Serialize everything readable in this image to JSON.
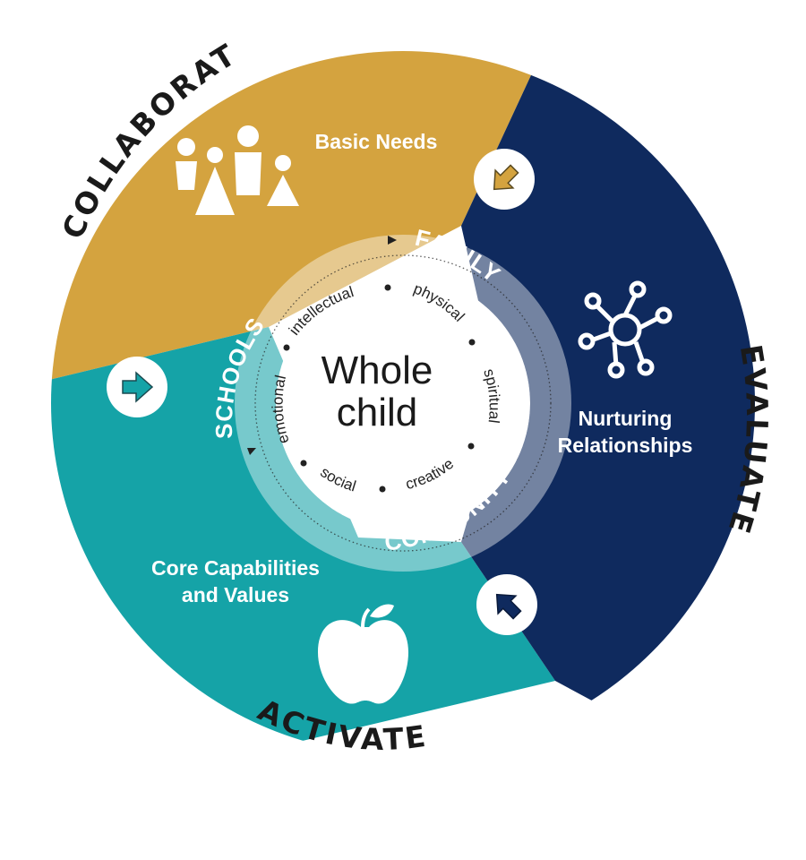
{
  "outer_labels": {
    "top_left": "COLLABORATE",
    "right": "EVALUATE",
    "bottom": "ACTIVATE"
  },
  "segments": {
    "basic_needs": {
      "label": "Basic Needs",
      "color": "#d4a33f",
      "icon": "people-icon"
    },
    "nurturing": {
      "label_line1": "Nurturing",
      "label_line2": "Relationships",
      "color": "#0f2a5e",
      "icon": "network-icon"
    },
    "core": {
      "label_line1": "Core Capabilities",
      "label_line2": "and Values",
      "color": "#15a3a7",
      "icon": "apple-icon"
    }
  },
  "ring": {
    "family": "FAMILY",
    "community": "COMMUNITY",
    "schools": "SCHOOLS"
  },
  "dimensions": [
    "intellectual",
    "physical",
    "spiritual",
    "creative",
    "social",
    "emotional"
  ],
  "center": {
    "line1": "Whole",
    "line2": "child"
  },
  "arrow_badges": [
    "arrow-down-left-icon",
    "arrow-right-icon",
    "arrow-up-left-icon"
  ]
}
